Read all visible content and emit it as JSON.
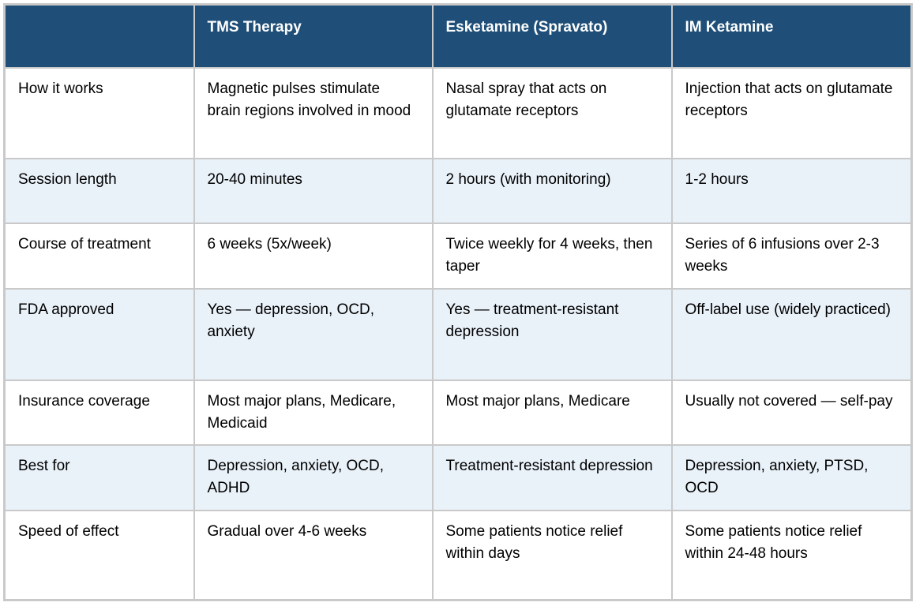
{
  "table": {
    "title_semantic": "treatment-comparison-table",
    "columns": [
      "",
      "TMS Therapy",
      "Esketamine (Spravato)",
      "IM Ketamine"
    ],
    "rows": [
      {
        "label": "How it works",
        "cells": [
          "Magnetic pulses stimulate brain regions involved in mood",
          "Nasal spray that acts on glutamate receptors",
          "Injection that acts on glutamate receptors"
        ]
      },
      {
        "label": "Session length",
        "cells": [
          "20-40 minutes",
          "2 hours (with monitoring)",
          "1-2 hours"
        ]
      },
      {
        "label": "Course of treatment",
        "cells": [
          "6 weeks (5x/week)",
          "Twice weekly for 4 weeks, then taper",
          "Series of 6 infusions over 2-3 weeks"
        ]
      },
      {
        "label": "FDA approved",
        "cells": [
          "Yes — depression, OCD, anxiety",
          "Yes — treatment-resistant depression",
          "Off-label use (widely practiced)"
        ]
      },
      {
        "label": "Insurance coverage",
        "cells": [
          "Most major plans, Medicare, Medicaid",
          "Most major plans, Medicare",
          "Usually not covered — self-pay"
        ]
      },
      {
        "label": "Best for",
        "cells": [
          "Depression, anxiety, OCD, ADHD",
          "Treatment-resistant depression",
          "Depression, anxiety, PTSD, OCD"
        ]
      },
      {
        "label": "Speed of effect",
        "cells": [
          "Gradual over 4-6 weeks",
          "Some patients notice relief within days",
          "Some patients notice relief within 24-48 hours"
        ]
      }
    ],
    "colors": {
      "header_bg": "#1f4f78",
      "header_text": "#ffffff",
      "row_bg": "#ffffff",
      "row_alt_bg": "#e9f1f9",
      "border": "#c9c9c9",
      "body_text": "#000000"
    }
  }
}
